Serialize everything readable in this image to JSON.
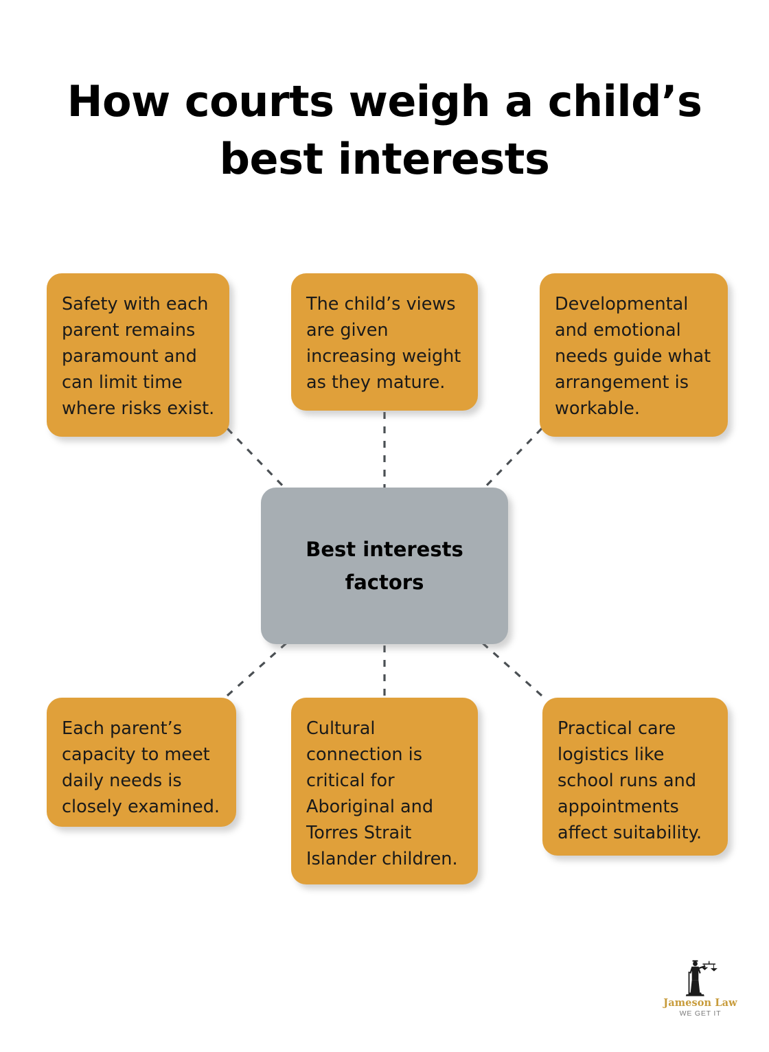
{
  "title": "How courts weigh a child’s best interests",
  "hub": {
    "label": "Best interests\nfactors"
  },
  "factors": [
    {
      "id": "safety",
      "name": "safety-factor",
      "text": "Safety with each\nparent remains\nparamount and\ncan limit time\nwhere risks exist."
    },
    {
      "id": "childs-views",
      "name": "childs-views-factor",
      "text": "The child’s views\nare given\nincreasing weight\nas they mature."
    },
    {
      "id": "developmental-needs",
      "name": "developmental-needs-factor",
      "text": "Developmental\nand emotional\nneeds guide what\narrangement is\nworkable."
    },
    {
      "id": "parental-capacity",
      "name": "parental-capacity-factor",
      "text": "Each parent’s\ncapacity to meet\ndaily needs is\nclosely examined."
    },
    {
      "id": "cultural-connection",
      "name": "cultural-connection-factor",
      "text": "Cultural\nconnection is\ncritical for\nAboriginal and\nTorres Strait\nIslander children."
    },
    {
      "id": "practical-logistics",
      "name": "practical-logistics-factor",
      "text": "Practical care\nlogistics like\nschool runs and\nappointments\naffect suitability."
    }
  ],
  "logo": {
    "name": "Jameson Law",
    "tagline": "WE GET IT"
  },
  "colors": {
    "factor_fill": "#E0A03A",
    "hub_fill": "#A7AEB3",
    "connector": "#4a4f53",
    "title_text": "#000000",
    "logo_gold": "#C79B3B",
    "logo_gray": "#7a7a7a",
    "background": "#ffffff"
  },
  "chart_data": {
    "type": "diagram",
    "layout": "hub-and-spoke",
    "title": "How courts weigh a child’s best interests",
    "center_node": "Best interests factors",
    "spokes": [
      "Safety with each parent remains paramount and can limit time where risks exist.",
      "The child’s views are given increasing weight as they mature.",
      "Developmental and emotional needs guide what arrangement is workable.",
      "Each parent’s capacity to meet daily needs is closely examined.",
      "Cultural connection is critical for Aboriginal and Torres Strait Islander children.",
      "Practical care logistics like school runs and appointments affect suitability."
    ],
    "connector_style": "dashed"
  }
}
